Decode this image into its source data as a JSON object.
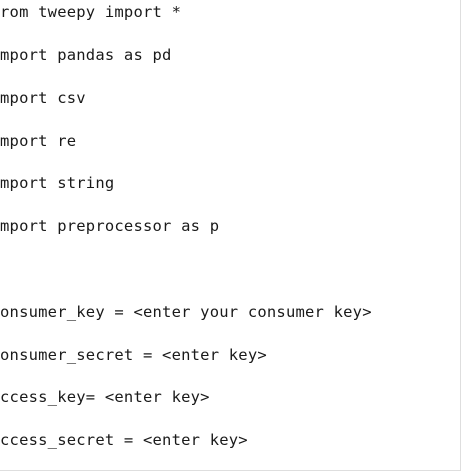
{
  "editor": {
    "lines": [
      "rom tweepy import *",
      "mport pandas as pd",
      "mport csv",
      "mport re",
      "mport string",
      "mport preprocessor as p",
      "",
      "onsumer_key = <enter your consumer key>",
      "onsumer_secret = <enter key>",
      "ccess_key= <enter key>",
      "ccess_secret = <enter key>"
    ]
  }
}
